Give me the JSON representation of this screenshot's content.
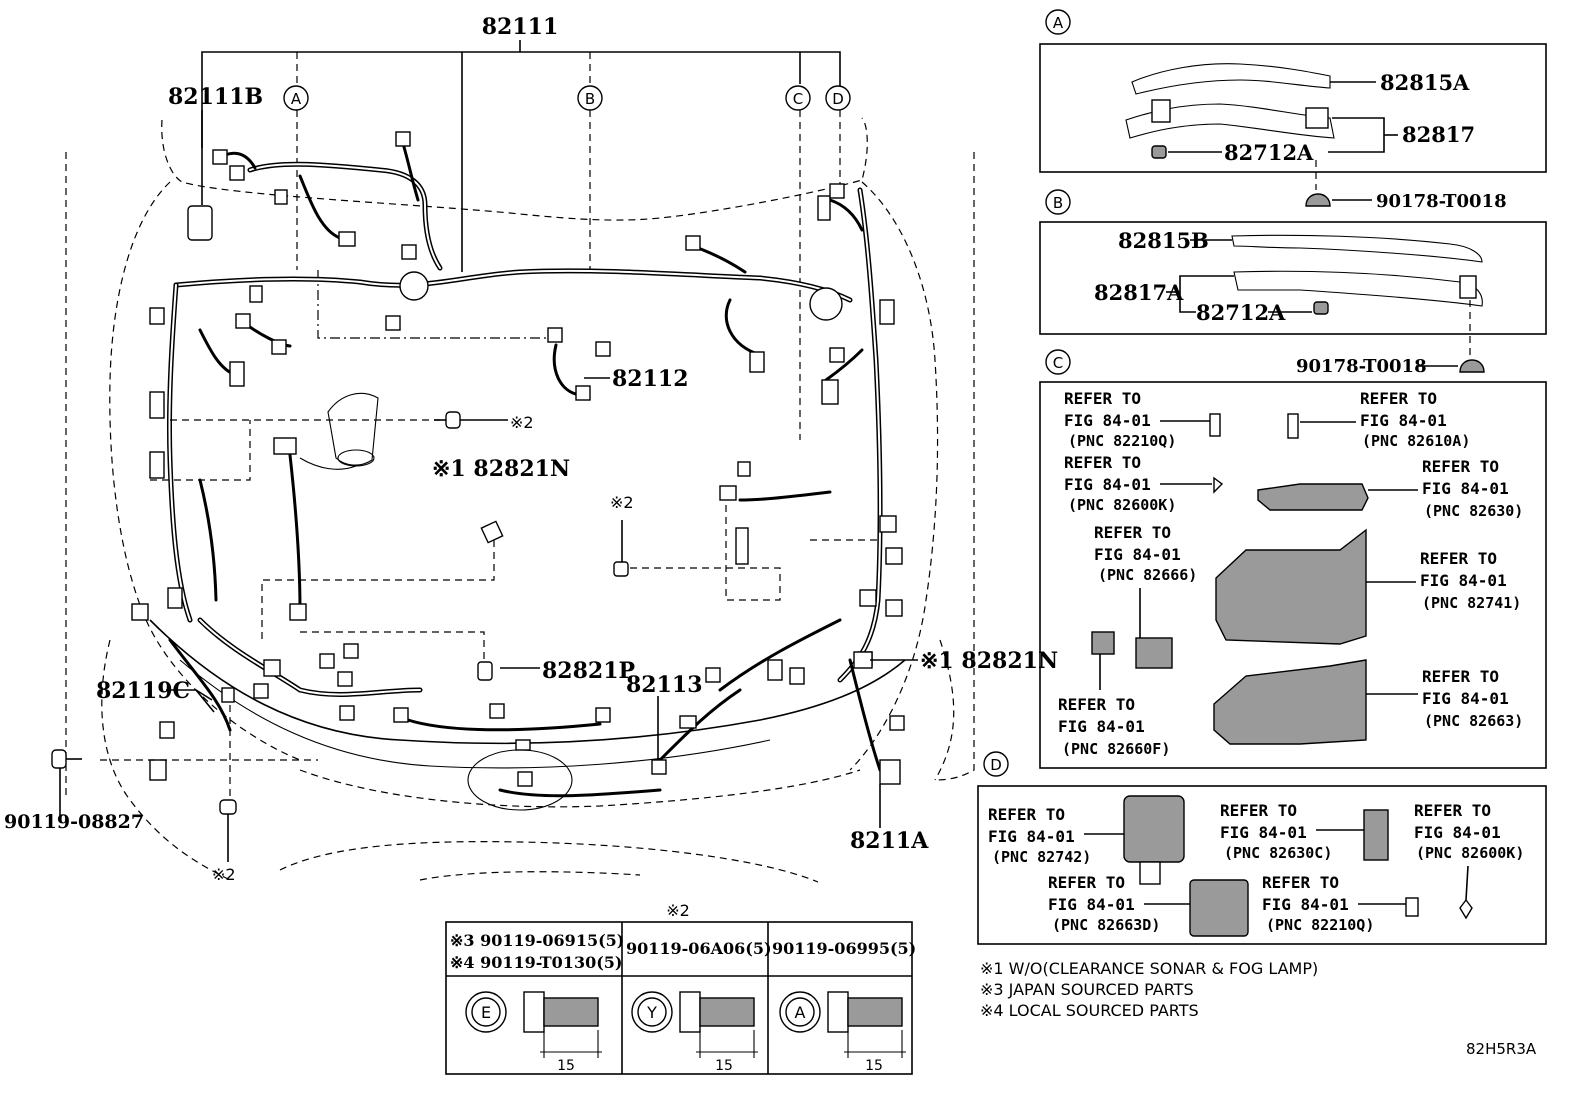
{
  "labels": {
    "main_harness": "82111",
    "harness_b": "82111B",
    "harness_82112": "82112",
    "harness_82113": "82113",
    "clamp_82119c": "82119C",
    "harness_8211a": "8211A",
    "block_82821n_left": "※1 82821N",
    "block_82821n_right": "※1 82821N",
    "block_82821p": "82821P",
    "bolt_90119_08827": "90119-08827",
    "note_2_a": "※2",
    "note_2_b": "※2",
    "note_2_c": "※2"
  },
  "callouts": {
    "a": "A",
    "b": "B",
    "c": "C",
    "d": "D"
  },
  "panel_a": {
    "tag": "A",
    "p1": "82815A",
    "p2": "82817",
    "p3": "82712A",
    "clip": "90178-T0018"
  },
  "panel_b": {
    "tag": "B",
    "p1": "82815B",
    "p2": "82817A",
    "p3": "82712A",
    "clip": "90178-T0018"
  },
  "panel_c": {
    "tag": "C",
    "refs": [
      {
        "l1": "REFER TO",
        "l2": "FIG 84-01",
        "l3": "(PNC 82210Q)"
      },
      {
        "l1": "REFER TO",
        "l2": "FIG 84-01",
        "l3": "(PNC 82610A)"
      },
      {
        "l1": "REFER TO",
        "l2": "FIG 84-01",
        "l3": "(PNC 82600K)"
      },
      {
        "l1": "REFER TO",
        "l2": "FIG 84-01",
        "l3": "(PNC 82630)"
      },
      {
        "l1": "REFER TO",
        "l2": "FIG 84-01",
        "l3": "(PNC 82666)"
      },
      {
        "l1": "REFER TO",
        "l2": "FIG 84-01",
        "l3": "(PNC 82741)"
      },
      {
        "l1": "REFER TO",
        "l2": "FIG 84-01",
        "l3": "(PNC 82660F)"
      },
      {
        "l1": "REFER TO",
        "l2": "FIG 84-01",
        "l3": "(PNC 82663)"
      }
    ]
  },
  "panel_d": {
    "tag": "D",
    "refs": [
      {
        "l1": "REFER TO",
        "l2": "FIG 84-01",
        "l3": "(PNC 82742)"
      },
      {
        "l1": "REFER TO",
        "l2": "FIG 84-01",
        "l3": "(PNC 82630C)"
      },
      {
        "l1": "REFER TO",
        "l2": "FIG 84-01",
        "l3": "(PNC 82600K)"
      },
      {
        "l1": "REFER TO",
        "l2": "FIG 84-01",
        "l3": "(PNC 82663D)"
      },
      {
        "l1": "REFER TO",
        "l2": "FIG 84-01",
        "l3": "(PNC 82210Q)"
      }
    ]
  },
  "bolt_table": {
    "header": "※2",
    "col1_line1": "※3 90119-06915(5)",
    "col1_line2": "※4 90119-T0130(5)",
    "col2": "90119-06A06(5)",
    "col3": "90119-06995(5)",
    "mark1": "E",
    "mark2": "Y",
    "mark3": "A",
    "dim1": "15",
    "dim2": "15",
    "dim3": "15"
  },
  "notes": {
    "n1": "※1 W/O(CLEARANCE SONAR & FOG LAMP)",
    "n3": "※3 JAPAN SOURCED PARTS",
    "n4": "※4 LOCAL SOURCED PARTS"
  },
  "figure_code": "82H5R3A"
}
